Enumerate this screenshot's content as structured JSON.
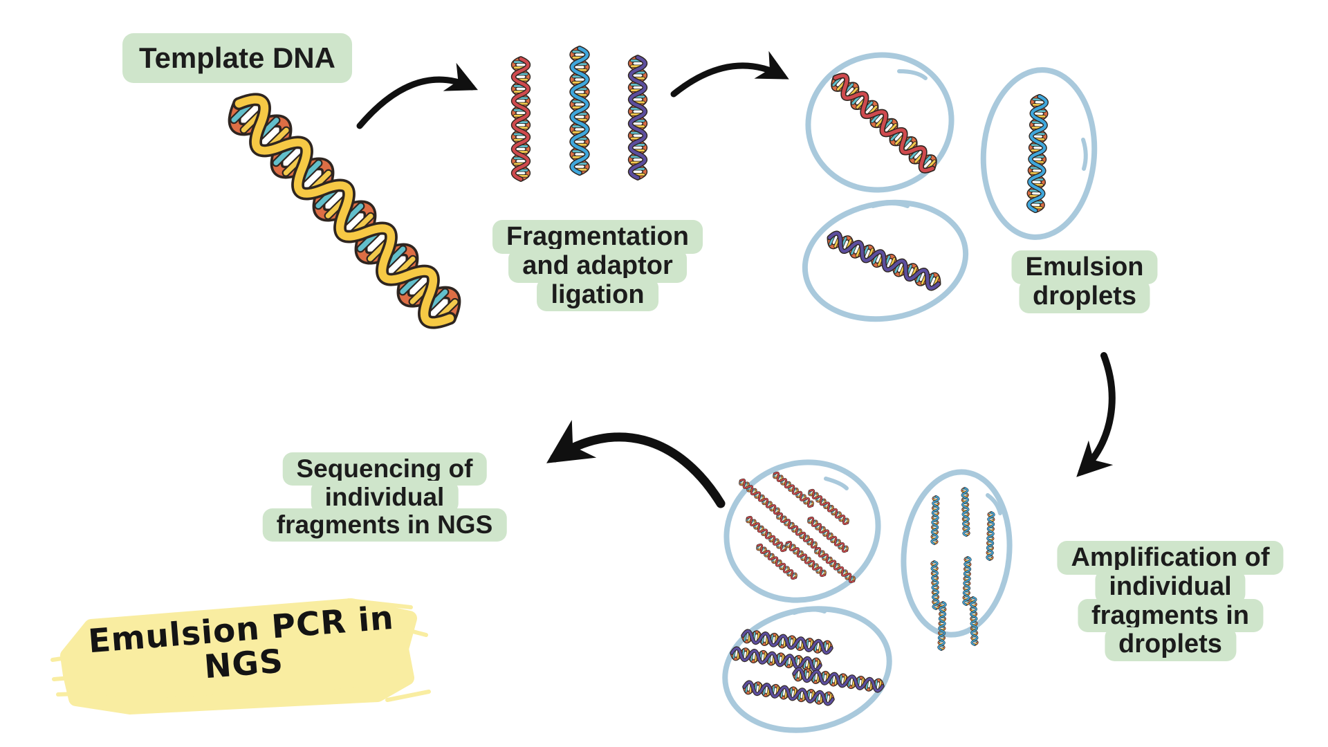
{
  "page": {
    "background": "#ffffff",
    "title_lines": [
      "Emulsion PCR in",
      "NGS"
    ]
  },
  "steps": {
    "template_dna": {
      "label": "Template DNA"
    },
    "fragmentation": {
      "label_lines": [
        "Fragmentation",
        "and adaptor",
        "ligation"
      ]
    },
    "emulsion_droplets": {
      "label_lines": [
        "Emulsion",
        "droplets"
      ]
    },
    "amplification": {
      "label_lines": [
        "Amplification of",
        "individual",
        "fragments in",
        "droplets"
      ]
    },
    "sequencing": {
      "label_lines": [
        "Sequencing of",
        "individual",
        "fragments in NGS"
      ]
    }
  },
  "illustrations": {
    "template_helix": "yellow-orange DNA double helix",
    "fragments": [
      "red DNA fragment",
      "blue DNA fragment",
      "purple DNA fragment"
    ],
    "emulsion_droplets": [
      "droplet with red fragment",
      "droplet with blue fragment",
      "droplet with purple fragment"
    ],
    "amplified_droplets": [
      "droplet with many red copies",
      "droplet with many blue copies",
      "droplet with many purple copies"
    ]
  },
  "colors": {
    "label_bg": "#cfe5cb",
    "label_text": "#1c1c1c",
    "droplet_outline": "#a9c9dc",
    "arrow": "#101010",
    "brush_yellow": "#f9eda1",
    "helix_yellow": "#f6c945",
    "helix_orange": "#dd6e45",
    "helix_red": "#cf4a4e",
    "helix_blue": "#3fa7dc",
    "helix_purple": "#5c4e9e",
    "rung_teal": "#62bfcb",
    "rung_yellow": "#f2c94c",
    "outline_dark": "#2e2520"
  }
}
